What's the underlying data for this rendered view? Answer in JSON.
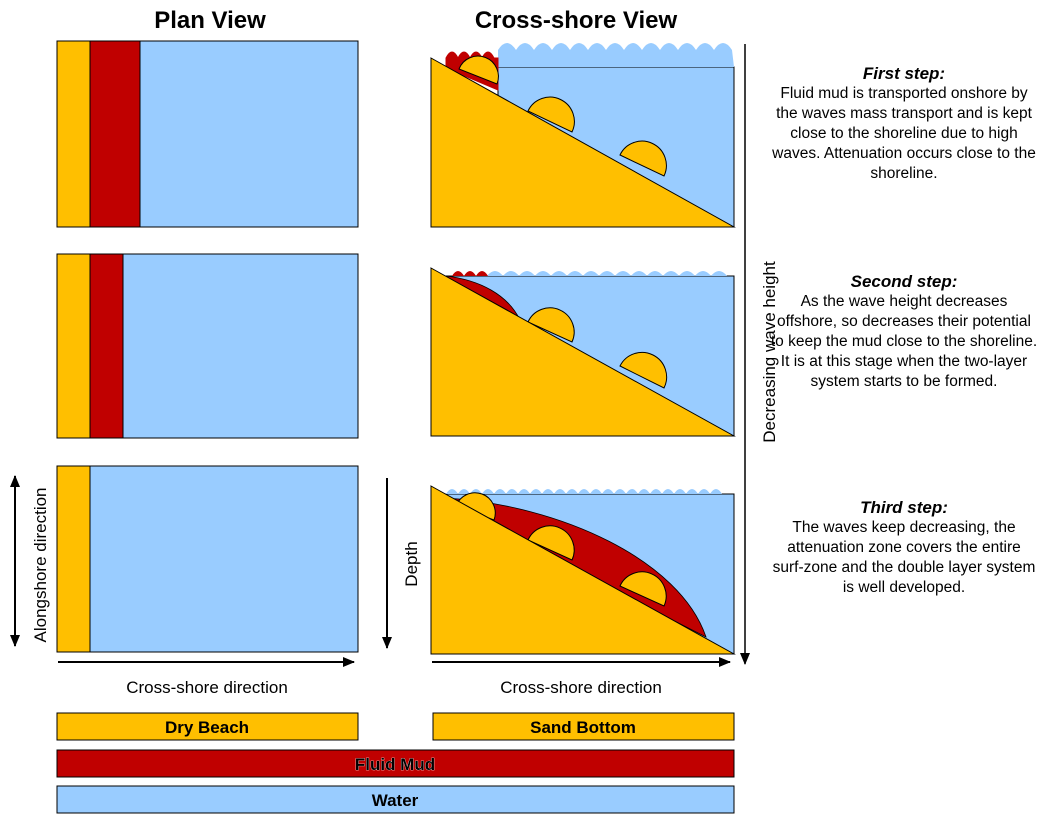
{
  "headers": {
    "plan_view": "Plan View",
    "cross_shore_view": "Cross-shore View"
  },
  "axes": {
    "alongshore": "Alongshore direction",
    "cross_shore_plan": "Cross-shore direction",
    "depth": "Depth",
    "cross_shore_section": "Cross-shore direction",
    "wave_height": "Decreasing wave height"
  },
  "steps": [
    {
      "title": "First step:",
      "text": "Fluid mud is transported onshore by the waves mass transport and is kept close to the shoreline due to high waves. Attenuation occurs close to the shoreline."
    },
    {
      "title": "Second step:",
      "text": "As the wave height decreases offshore, so decreases their potential to keep the mud close to the shoreline. It is at this stage when the two-layer system starts to be formed."
    },
    {
      "title": "Third step:",
      "text": "The waves keep decreasing, the attenuation zone covers the entire surf-zone and the double layer system is well developed."
    }
  ],
  "legend": {
    "dry_beach": "Dry Beach",
    "sand_bottom": "Sand Bottom",
    "fluid_mud": "Fluid Mud",
    "water": "Water"
  },
  "colors": {
    "sand": "#FFBF00",
    "mud": "#C00000",
    "water": "#99CCFF",
    "outline": "#000000"
  }
}
